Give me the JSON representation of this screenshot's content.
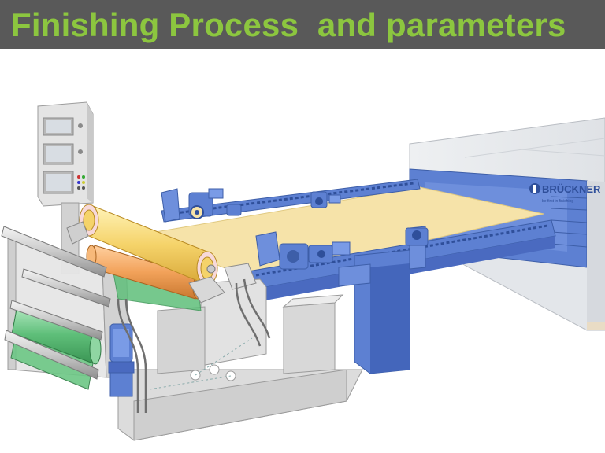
{
  "slide": {
    "title": "Finishing Process  and parameters"
  },
  "machine": {
    "brand": "BRÜCKNER",
    "brand_tagline": "be first in finishing"
  },
  "colors": {
    "title_bar": "#595959",
    "title_text": "#8cc63f",
    "frame_blue": "#4f73c9",
    "fabric_cream": "#f6e3a9",
    "fabric_green": "#5fbf7a",
    "roller_yellow": "#f5d36a",
    "roller_orange": "#f2a25a",
    "machine_grey": "#dcdcdc",
    "oven_grey": "#e9ebee"
  }
}
